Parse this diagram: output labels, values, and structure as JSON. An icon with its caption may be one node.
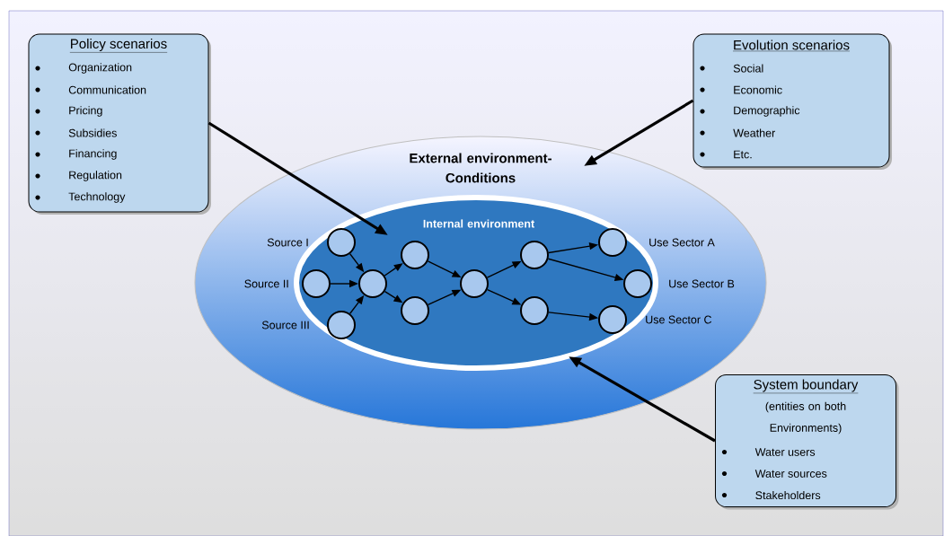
{
  "diagram": {
    "nodes": [
      {
        "text": [
          "Policy scenarios",
          "Organization",
          "Communication",
          "Pricing",
          "Subsidies",
          "Financing",
          "Regulation",
          "Technology"
        ]
      },
      {
        "text": [
          "Evolution scenarios",
          "Social",
          "Economic",
          "Demographic",
          "Weather",
          "Etc."
        ]
      },
      {
        "text": [
          "External environment- Conditions"
        ]
      },
      {
        "text": [
          "Internal environment"
        ],
        "in": 2
      },
      {
        "text": [],
        "shape": "circle",
        "in": 3,
        "beside": [
          "Source I"
        ]
      },
      {
        "text": [],
        "shape": "circle",
        "in": 3,
        "beside": [
          "Source II"
        ]
      },
      {
        "text": [],
        "shape": "circle",
        "in": 3,
        "beside": [
          "Source III"
        ]
      },
      {
        "text": [],
        "shape": "circle",
        "in": 3
      },
      {
        "text": [],
        "shape": "circle",
        "in": 3
      },
      {
        "text": [],
        "shape": "circle",
        "in": 3
      },
      {
        "text": [],
        "shape": "circle",
        "in": 3
      },
      {
        "text": [],
        "shape": "circle",
        "in": 3
      },
      {
        "text": [],
        "shape": "circle",
        "in": 3
      },
      {
        "text": [],
        "shape": "circle",
        "in": 3,
        "beside": [
          "Use Sector A"
        ]
      },
      {
        "text": [],
        "shape": "circle",
        "in": 3,
        "beside": [
          "Use Sector B"
        ]
      },
      {
        "text": [],
        "shape": "circle",
        "in": 3,
        "beside": [
          "Use Sector C"
        ]
      },
      {
        "text": [
          "System boundary",
          "(entities on both Environments)",
          "Water users",
          "Water sources",
          "Stakeholders"
        ]
      }
    ],
    "edges": [
      {
        "from": 0,
        "to": 3,
        "arrow": "to",
        "style": "thick"
      },
      {
        "from": 1,
        "to": 2,
        "arrow": "to",
        "style": "thick"
      },
      {
        "from": 16,
        "to": 3,
        "arrow": "to",
        "style": "thick"
      },
      {
        "from": 4,
        "to": 7,
        "arrow": "to"
      },
      {
        "from": 5,
        "to": 7,
        "arrow": "to"
      },
      {
        "from": 6,
        "to": 7,
        "arrow": "to"
      },
      {
        "from": 7,
        "to": 8,
        "arrow": "to"
      },
      {
        "from": 7,
        "to": 9,
        "arrow": "to"
      },
      {
        "from": 8,
        "to": 10,
        "arrow": "to"
      },
      {
        "from": 9,
        "to": 10,
        "arrow": "to"
      },
      {
        "from": 10,
        "to": 11,
        "arrow": "to"
      },
      {
        "from": 10,
        "to": 12,
        "arrow": "to"
      },
      {
        "from": 11,
        "to": 13,
        "arrow": "to"
      },
      {
        "from": 11,
        "to": 14,
        "arrow": "to"
      },
      {
        "from": 12,
        "to": 15,
        "arrow": "to"
      }
    ]
  }
}
